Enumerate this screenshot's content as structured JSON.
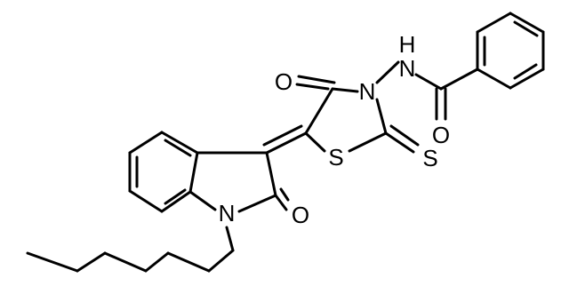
{
  "colors": {
    "background": "#ffffff",
    "ink": "#000000"
  },
  "atoms": {
    "o_ketone": "O",
    "n_ring": "N",
    "nh": "H",
    "nh_n": "N",
    "s_ring": "S",
    "s_thione": "S",
    "o_amide": "O",
    "o_lactam": "O",
    "n_indole": "N"
  }
}
